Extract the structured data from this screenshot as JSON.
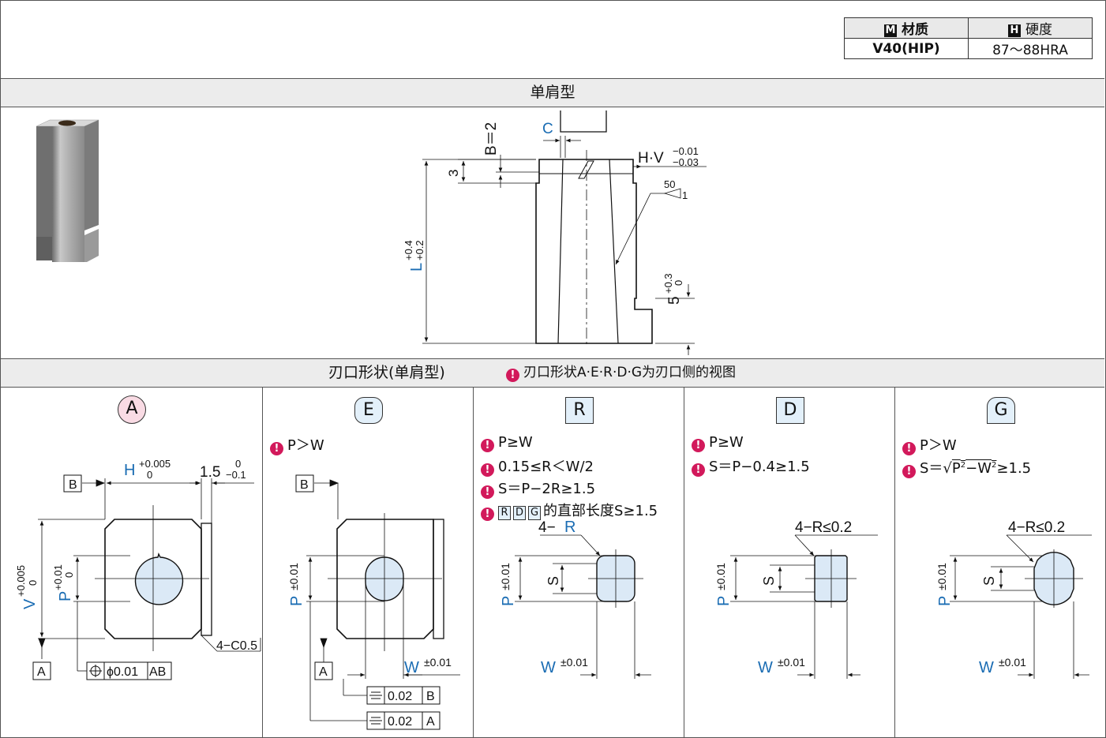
{
  "spec_table": {
    "material_badge": "M",
    "material_header": "材质",
    "hardness_badge": "H",
    "hardness_header": "硬度",
    "material_value": "V40(HIP)",
    "hardness_value": "87～88HRA"
  },
  "section1": {
    "title": "单肩型"
  },
  "main_drawing": {
    "b_label": "B＝2",
    "c_label": "C",
    "three": "3",
    "hv_label": "H·V",
    "hv_tol_upper": "−0.01",
    "hv_tol_lower": "−0.03",
    "fifty": "50",
    "one": "1",
    "l_label": "L",
    "l_tol_upper": "+0.4",
    "l_tol_lower": "+0.2",
    "five_label": "5",
    "five_tol_upper": "+0.3",
    "five_tol_lower": "0"
  },
  "section2": {
    "title": "刃口形状(单肩型)",
    "note_icon": "!",
    "note": "刃口形状A·E·R·D·G为刃口侧的视图"
  },
  "shapes": {
    "A": {
      "label": "A",
      "h_label": "H",
      "h_tol_upper": "+0.005",
      "h_tol_lower": "0",
      "dim_15": "1.5",
      "dim_15_tol_upper": "0",
      "dim_15_tol_lower": "−0.1",
      "datum_b": "B",
      "datum_a": "A",
      "v_label": "V",
      "v_tol_upper": "+0.005",
      "v_tol_lower": "0",
      "p_label": "P",
      "p_tol_upper": "+0.01",
      "p_tol_lower": "0",
      "chamfer": "4−C0.5",
      "pos_tol": "ϕ0.01",
      "pos_ref": "AB"
    },
    "E": {
      "label": "E",
      "cond1": "P＞W",
      "datum_b": "B",
      "datum_a": "A",
      "p_label": "P",
      "p_tol": "±0.01",
      "w_label": "W",
      "w_tol": "±0.01",
      "sym1_value": "0.02",
      "sym1_ref": "B",
      "sym2_value": "0.02",
      "sym2_ref": "A"
    },
    "R": {
      "label": "R",
      "cond1": "P≥W",
      "cond2": "0.15≤R＜W/2",
      "cond3": "S＝P−2R≥1.5",
      "cond4_boxes": [
        "R",
        "D",
        "G"
      ],
      "cond4": "的直部长度S≥1.5",
      "r_label_prefix": "4−",
      "r_label": "R",
      "p_label": "P",
      "p_tol": "±0.01",
      "s_label": "S",
      "w_label": "W",
      "w_tol": "±0.01"
    },
    "D": {
      "label": "D",
      "cond1": "P≥W",
      "cond2": "S＝P−0.4≥1.5",
      "r_label": "4−R≤0.2",
      "p_label": "P",
      "p_tol": "±0.01",
      "s_label": "S",
      "w_label": "W",
      "w_tol": "±0.01"
    },
    "G": {
      "label": "G",
      "cond1": "P＞W",
      "cond2_prefix": "S＝√",
      "cond2_p": "P",
      "cond2_sup1": "2",
      "cond2_mid": "−W",
      "cond2_sup2": "2",
      "cond2_suffix": "≥1.5",
      "r_label": "4−R≤0.2",
      "p_label": "P",
      "p_tol": "±0.01",
      "s_label": "S",
      "w_label": "W",
      "w_tol": "±0.01"
    }
  }
}
